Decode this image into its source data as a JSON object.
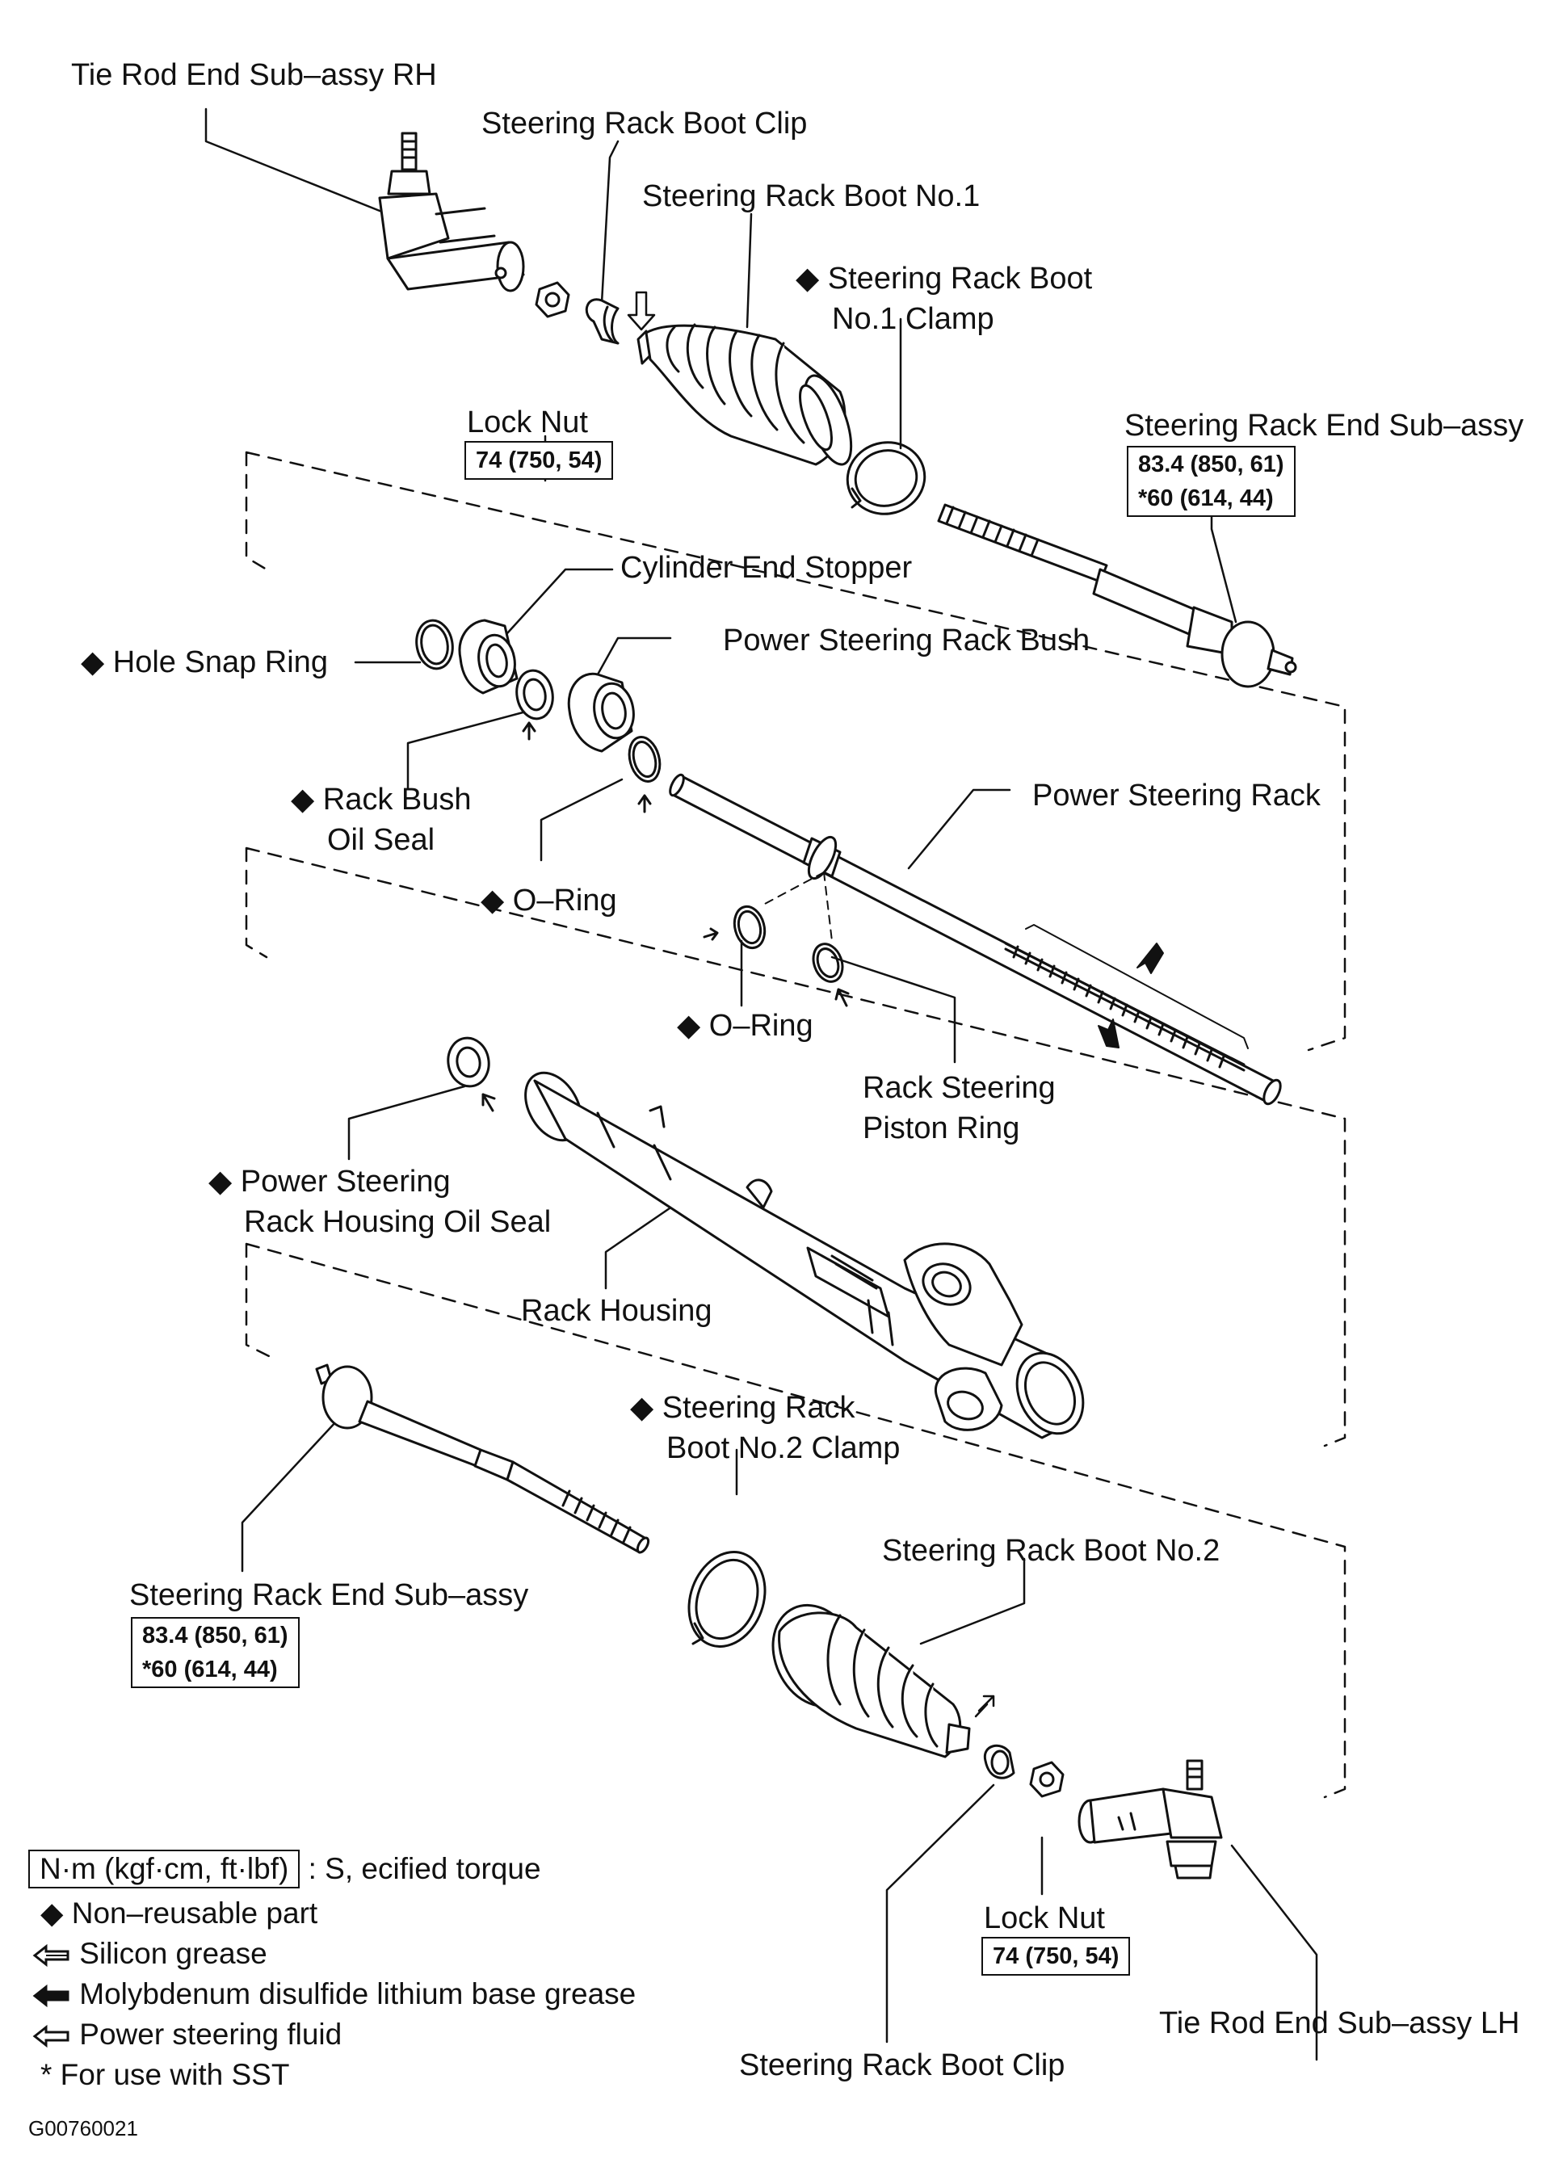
{
  "labels": {
    "tie_rod_rh": "Tie Rod End Sub–assy RH",
    "boot_clip_top": "Steering Rack Boot Clip",
    "boot_no1": "Steering Rack Boot No.1",
    "boot_no1_clamp_l1": "Steering Rack Boot",
    "boot_no1_clamp_l2": "No.1 Clamp",
    "lock_nut_top": "Lock Nut",
    "rack_end_top": "Steering Rack End Sub–assy",
    "cylinder_end_stopper": "Cylinder End Stopper",
    "hole_snap_ring": "Hole Snap Ring",
    "rack_bush": "Power Steering Rack Bush",
    "bush_oil_seal_l1": "Rack Bush",
    "bush_oil_seal_l2": "Oil Seal",
    "power_steering_rack": "Power Steering Rack",
    "o_ring_1": "O–Ring",
    "o_ring_2": "O–Ring",
    "piston_ring_l1": "Rack Steering",
    "piston_ring_l2": "Piston Ring",
    "housing_seal_l1": "Power Steering",
    "housing_seal_l2": "Rack Housing Oil Seal",
    "rack_housing": "Rack Housing",
    "boot_no2_clamp_l1": "Steering Rack",
    "boot_no2_clamp_l2": "Boot No.2 Clamp",
    "boot_no2": "Steering Rack Boot No.2",
    "rack_end_bottom": "Steering Rack End Sub–assy",
    "lock_nut_bottom": "Lock Nut",
    "tie_rod_lh": "Tie Rod End Sub–assy LH",
    "boot_clip_bottom": "Steering Rack Boot Clip"
  },
  "torques": {
    "lock_nut_top": "74 (750, 54)",
    "rack_end_top_1": "83.4 (850, 61)",
    "rack_end_top_2": "*60 (614, 44)",
    "rack_end_bottom_1": "83.4 (850, 61)",
    "rack_end_bottom_2": "*60 (614, 44)",
    "lock_nut_bottom": "74 (750, 54)"
  },
  "legend": {
    "unit_box": "N·m (kgf·cm, ft·lbf)",
    "torque_text": ": S, ecified torque",
    "non_reusable": "Non–reusable part",
    "silicon": "Silicon grease",
    "moly": "Molybdenum disulfide lithium base grease",
    "psf": "Power steering fluid",
    "sst": "* For use with SST"
  },
  "figure_code": "G00760021"
}
